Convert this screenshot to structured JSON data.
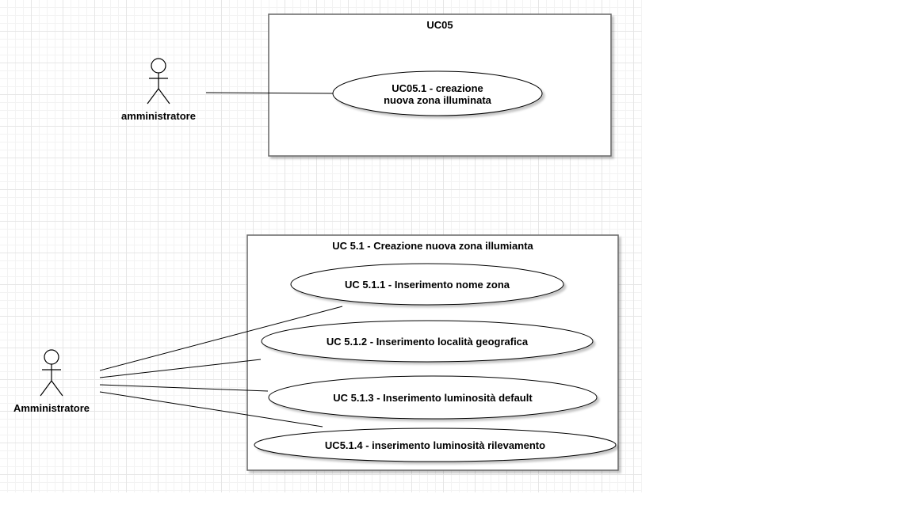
{
  "diagrams": [
    {
      "system_title": "UC05",
      "actor": "amministratore",
      "use_cases": [
        {
          "lines": [
            "UC05.1 - creazione",
            "nuova zona illuminata"
          ]
        }
      ]
    },
    {
      "system_title": "UC 5.1 - Creazione nuova zona illumianta",
      "actor": "Amministratore",
      "use_cases": [
        {
          "lines": [
            "UC 5.1.1 - Inserimento nome zona"
          ]
        },
        {
          "lines": [
            "UC 5.1.2 - Inserimento località geografica"
          ]
        },
        {
          "lines": [
            "UC 5.1.3 - Inserimento luminosità default"
          ]
        },
        {
          "lines": [
            "UC5.1.4 - inserimento luminosità rilevamento"
          ]
        }
      ]
    }
  ]
}
